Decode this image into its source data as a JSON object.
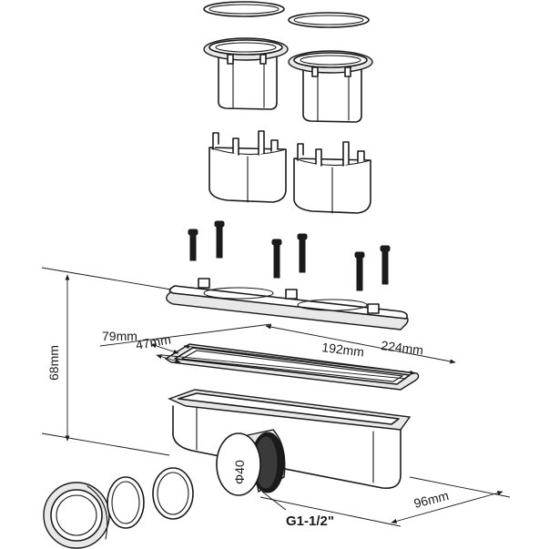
{
  "dimensions": {
    "height": "68mm",
    "outer_width": "79mm",
    "inner_width": "47mm",
    "inner_length": "192mm",
    "outer_length": "224mm",
    "depth": "96mm"
  },
  "callouts": {
    "outlet_diameter": "Φ40",
    "thread": "G1-1/2\""
  }
}
